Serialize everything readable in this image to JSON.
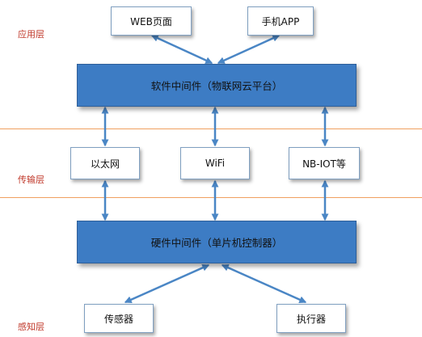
{
  "layers": {
    "application": "应用层",
    "transport": "传输层",
    "perception": "感知层"
  },
  "application": {
    "web": "WEB页面",
    "app": "手机APP"
  },
  "middleware": {
    "software": "软件中间件（物联网云平台）",
    "hardware": "硬件中间件（单片机控制器）"
  },
  "transport": {
    "ethernet": "以太网",
    "wifi": "WiFi",
    "nbiot": "NB-IOT等"
  },
  "perception": {
    "sensor": "传感器",
    "actuator": "执行器"
  },
  "colors": {
    "bar_fill": "#3d7cc4",
    "arrow": "#4a86c5",
    "separator": "#f0a060",
    "layer_label": "#c0392b"
  }
}
